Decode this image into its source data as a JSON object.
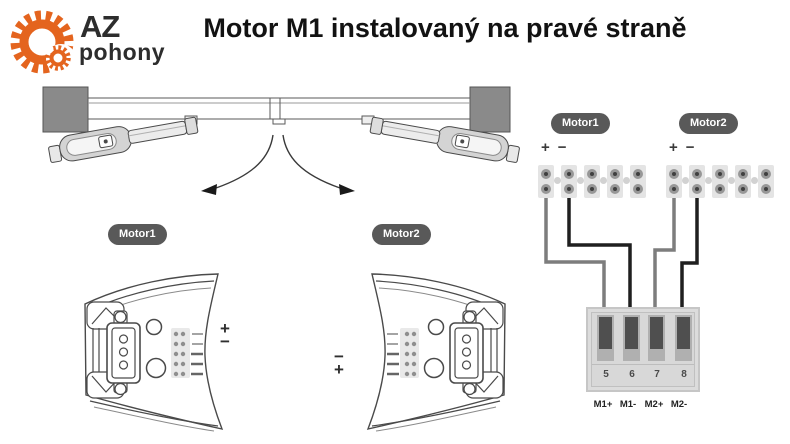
{
  "header": {
    "logo": {
      "brand": "AZ",
      "subtitle": "pohony"
    },
    "title": "Motor M1 instalovaný na pravé straně"
  },
  "gate_overview": {
    "motor1_badge": "Motor1",
    "motor2_badge": "Motor2"
  },
  "motor_closeups": {
    "motor1": {
      "polarity_top": "+",
      "polarity_bottom": "−"
    },
    "motor2": {
      "polarity_top": "−",
      "polarity_bottom": "+"
    }
  },
  "wiring_panel": {
    "motor1": {
      "badge": "Motor1",
      "plus": "+",
      "minus": "−"
    },
    "motor2": {
      "badge": "Motor2",
      "plus": "+",
      "minus": "−"
    },
    "control_board": {
      "terminal_numbers": [
        "5",
        "6",
        "7",
        "8"
      ],
      "terminal_labels": [
        "M1+",
        "M1-",
        "M2+",
        "M2-"
      ]
    }
  },
  "icons": {
    "logo": "double-gear-icon",
    "arrow_left": "curved-arrow-left",
    "arrow_right": "curved-arrow-right"
  },
  "colors": {
    "accent_orange": "#e4641e",
    "badge_gray": "#595959",
    "pillar_gray": "#8a8a8a",
    "wire_positive": "#7d7d7d",
    "wire_negative": "#1f1f1f"
  }
}
